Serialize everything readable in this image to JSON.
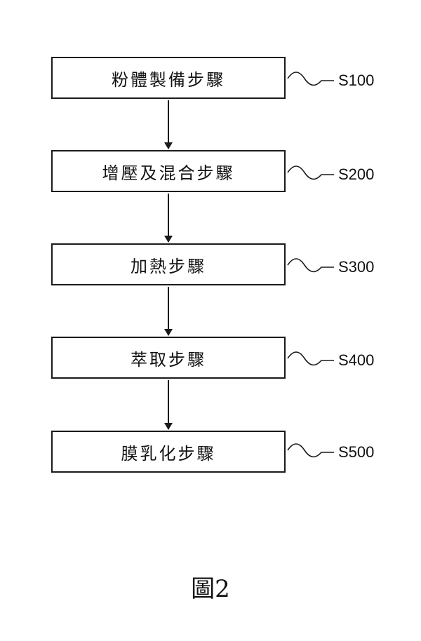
{
  "diagram": {
    "steps": [
      {
        "label": "粉體製備步驟",
        "code": "S100"
      },
      {
        "label": "增壓及混合步驟",
        "code": "S200"
      },
      {
        "label": "加熱步驟",
        "code": "S300"
      },
      {
        "label": "萃取步驟",
        "code": "S400"
      },
      {
        "label": "膜乳化步驟",
        "code": "S500"
      }
    ],
    "caption": "圖2"
  }
}
